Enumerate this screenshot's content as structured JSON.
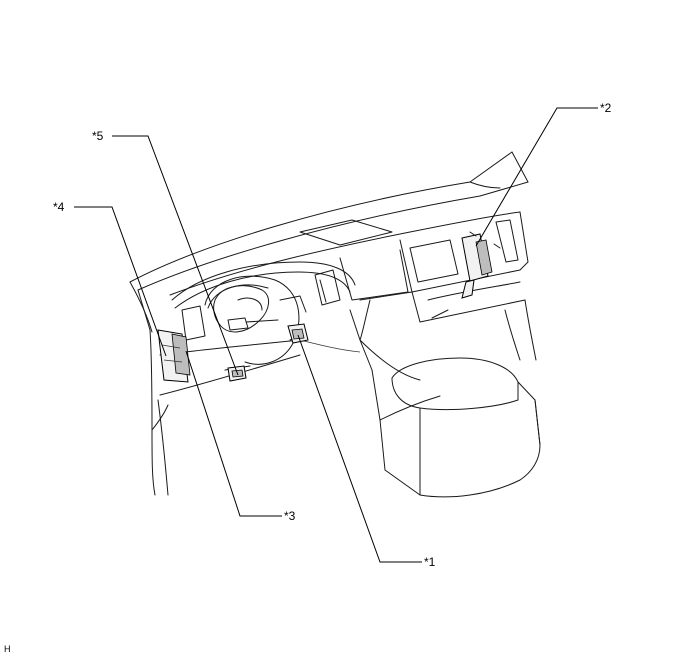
{
  "diagram": {
    "corner_label": "H",
    "callouts": [
      {
        "id": "c1",
        "label": "*1"
      },
      {
        "id": "c2",
        "label": "*2"
      },
      {
        "id": "c3",
        "label": "*3"
      },
      {
        "id": "c4",
        "label": "*4"
      },
      {
        "id": "c5",
        "label": "*5"
      }
    ]
  }
}
